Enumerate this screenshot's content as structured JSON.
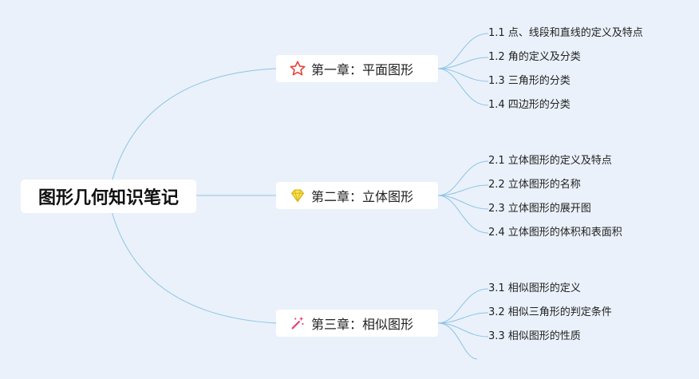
{
  "root": {
    "label": "图形几何知识笔记"
  },
  "chapters": [
    {
      "label": "第一章：平面图形",
      "icon": "star-icon",
      "items": [
        "1.1 点、线段和直线的定义及特点",
        "1.2 角的定义及分类",
        "1.3 三角形的分类",
        "1.4 四边形的分类"
      ]
    },
    {
      "label": "第二章：立体图形",
      "icon": "gem-icon",
      "items": [
        "2.1 立体图形的定义及特点",
        "2.2 立体图形的名称",
        "2.3 立体图形的展开图",
        "2.4 立体图形的体积和表面积"
      ]
    },
    {
      "label": "第三章：相似图形",
      "icon": "magic-wand-icon",
      "items": [
        "3.1 相似图形的定义",
        "3.2 相似三角形的判定条件",
        "3.3 相似图形的性质"
      ]
    }
  ],
  "colors": {
    "background": "#eaf1fa",
    "connector": "#8cc5e6",
    "star": "#e8453c",
    "gem": "#f2d024",
    "wand": "#e0457b"
  }
}
